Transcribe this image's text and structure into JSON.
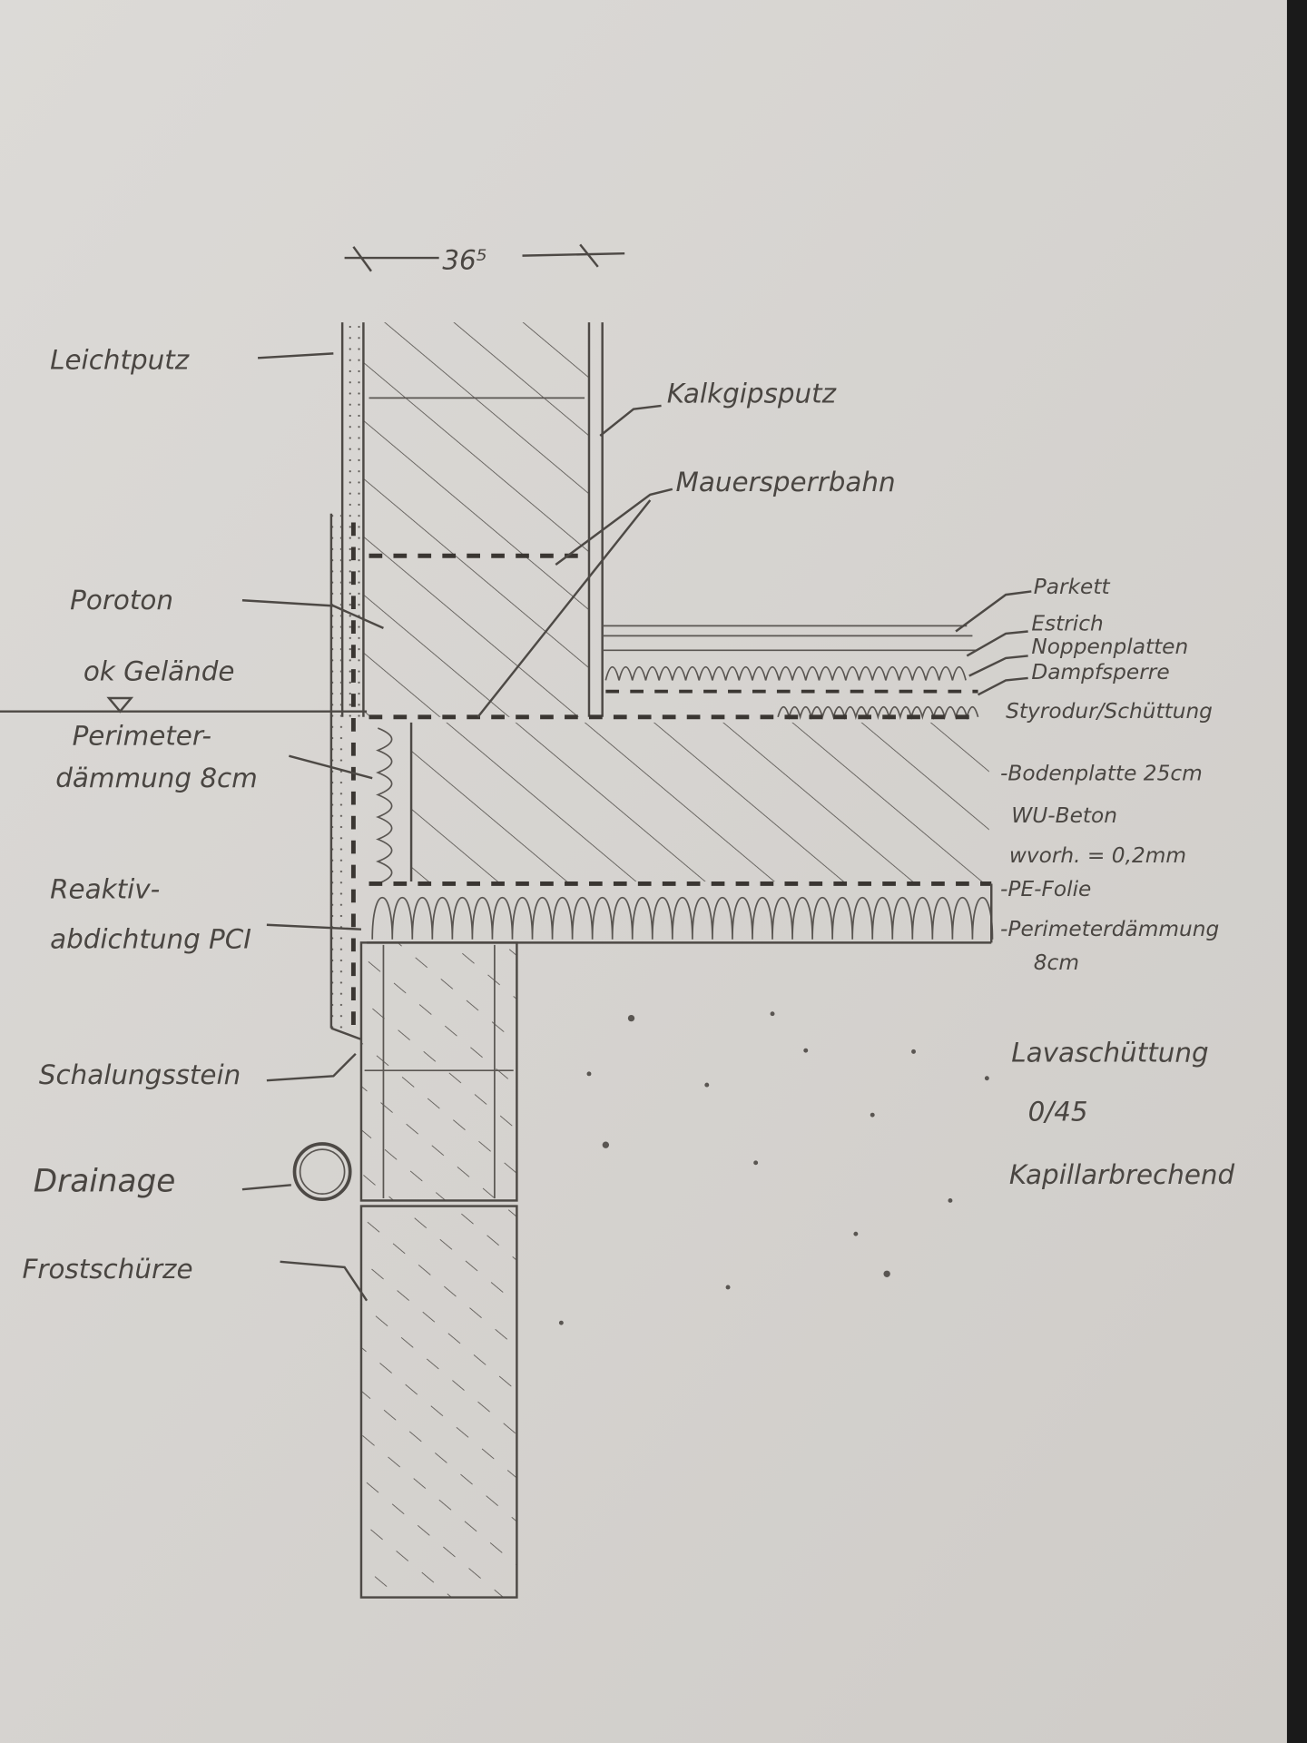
{
  "title": "Hand-drawn construction detail: basement wall / floor slab section",
  "dimension": "36⁵",
  "labels_left": {
    "leichtputz": "Leichtputz",
    "poroton": "Poroton",
    "ok_gelaende": "ok Gelände",
    "perimeter_1": "Perimeter-",
    "perimeter_2": "dämmung 8cm",
    "reaktiv_1": "Reaktiv-",
    "reaktiv_2": "abdichtung PCI",
    "schalungsstein": "Schalungsstein",
    "drainage": "Drainage",
    "frostschuerze": "Frostschürze"
  },
  "labels_right": {
    "kalkgipsputz": "Kalkgipsputz",
    "mauersperrbahn": "Mauersperrbahn",
    "parkett": "Parkett",
    "estrich": "Estrich",
    "noppenplatten": "Noppenplatten",
    "dampfsperre": "Dampfsperre",
    "styrodur": "Styrodur/Schüttung",
    "bodenplatte": "-Bodenplatte 25cm",
    "wu_beton": "WU-Beton",
    "wvorh": "wvorh. = 0,2mm",
    "pe_folie": "-PE-Folie",
    "perimeterdaemmung": "-Perimeterdämmung",
    "perimeter_8cm": "8cm",
    "lavaschuettung": "Lavaschüttung",
    "koernung": "0/45",
    "kapillar": "Kapillarbrechend"
  },
  "colors": {
    "paper": "#d6d3cf",
    "pencil": "#4a4642",
    "background": "#1a1a1a"
  }
}
